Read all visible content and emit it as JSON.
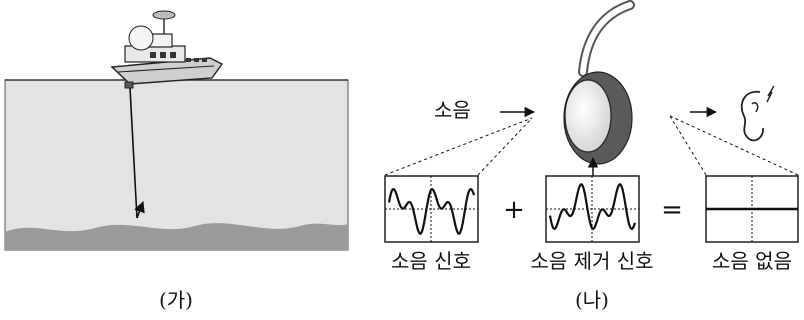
{
  "panel_a": {
    "caption": "(가)"
  },
  "panel_b": {
    "caption": "(나)",
    "noise_label": "소음",
    "boxes": {
      "noise_signal": "소음 신호",
      "cancel_signal": "소음 제거 신호",
      "no_noise": "소음 없음"
    },
    "operators": {
      "plus": "+",
      "equals": "="
    }
  },
  "colors": {
    "sea": "#e3e3e3",
    "seabed": "#9a9a9a",
    "line": "#111111",
    "earcup": "#555555"
  }
}
